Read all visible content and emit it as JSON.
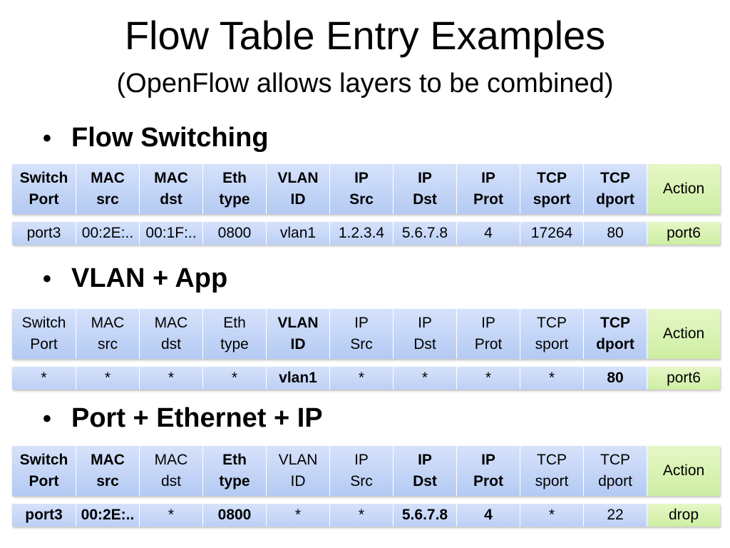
{
  "title": "Flow Table Entry Examples",
  "subtitle": "(OpenFlow allows layers to be combined)",
  "sections": [
    {
      "heading": "Flow Switching",
      "headers": [
        {
          "l1": "Switch",
          "l2": "Port",
          "bold": true
        },
        {
          "l1": "MAC",
          "l2": "src",
          "bold": true
        },
        {
          "l1": "MAC",
          "l2": "dst",
          "bold": true
        },
        {
          "l1": "Eth",
          "l2": "type",
          "bold": true
        },
        {
          "l1": "VLAN",
          "l2": "ID",
          "bold": true
        },
        {
          "l1": "IP",
          "l2": "Src",
          "bold": true
        },
        {
          "l1": "IP",
          "l2": "Dst",
          "bold": true
        },
        {
          "l1": "IP",
          "l2": "Prot",
          "bold": true
        },
        {
          "l1": "TCP",
          "l2": "sport",
          "bold": true
        },
        {
          "l1": "TCP",
          "l2": "dport",
          "bold": true
        },
        {
          "l1": "Action",
          "l2": "",
          "bold": false
        }
      ],
      "values": [
        {
          "v": "port3",
          "bold": false
        },
        {
          "v": "00:2E:..",
          "bold": false
        },
        {
          "v": "00:1F:..",
          "bold": false
        },
        {
          "v": "0800",
          "bold": false
        },
        {
          "v": "vlan1",
          "bold": false
        },
        {
          "v": "1.2.3.4",
          "bold": false
        },
        {
          "v": "5.6.7.8",
          "bold": false
        },
        {
          "v": "4",
          "bold": false
        },
        {
          "v": "17264",
          "bold": false
        },
        {
          "v": "80",
          "bold": false
        },
        {
          "v": "port6",
          "bold": false
        }
      ]
    },
    {
      "heading": "VLAN + App",
      "headers": [
        {
          "l1": "Switch",
          "l2": "Port",
          "bold": false
        },
        {
          "l1": "MAC",
          "l2": "src",
          "bold": false
        },
        {
          "l1": "MAC",
          "l2": "dst",
          "bold": false
        },
        {
          "l1": "Eth",
          "l2": "type",
          "bold": false
        },
        {
          "l1": "VLAN",
          "l2": "ID",
          "bold": true
        },
        {
          "l1": "IP",
          "l2": "Src",
          "bold": false
        },
        {
          "l1": "IP",
          "l2": "Dst",
          "bold": false
        },
        {
          "l1": "IP",
          "l2": "Prot",
          "bold": false
        },
        {
          "l1": "TCP",
          "l2": "sport",
          "bold": false
        },
        {
          "l1": "TCP",
          "l2": "dport",
          "bold": true
        },
        {
          "l1": "Action",
          "l2": "",
          "bold": false
        }
      ],
      "values": [
        {
          "v": "*",
          "bold": false
        },
        {
          "v": "*",
          "bold": false
        },
        {
          "v": "*",
          "bold": false
        },
        {
          "v": "*",
          "bold": false
        },
        {
          "v": "vlan1",
          "bold": true
        },
        {
          "v": "*",
          "bold": false
        },
        {
          "v": "*",
          "bold": false
        },
        {
          "v": "*",
          "bold": false
        },
        {
          "v": "*",
          "bold": false
        },
        {
          "v": "80",
          "bold": true
        },
        {
          "v": "port6",
          "bold": false
        }
      ]
    },
    {
      "heading": "Port + Ethernet + IP",
      "headers": [
        {
          "l1": "Switch",
          "l2": "Port",
          "bold": true
        },
        {
          "l1": "MAC",
          "l2": "src",
          "bold": true
        },
        {
          "l1": "MAC",
          "l2": "dst",
          "bold": false
        },
        {
          "l1": "Eth",
          "l2": "type",
          "bold": true
        },
        {
          "l1": "VLAN",
          "l2": "ID",
          "bold": false
        },
        {
          "l1": "IP",
          "l2": "Src",
          "bold": false
        },
        {
          "l1": "IP",
          "l2": "Dst",
          "bold": true
        },
        {
          "l1": "IP",
          "l2": "Prot",
          "bold": true
        },
        {
          "l1": "TCP",
          "l2": "sport",
          "bold": false
        },
        {
          "l1": "TCP",
          "l2": "dport",
          "bold": false
        },
        {
          "l1": "Action",
          "l2": "",
          "bold": false
        }
      ],
      "values": [
        {
          "v": "port3",
          "bold": true
        },
        {
          "v": "00:2E:..",
          "bold": true
        },
        {
          "v": "*",
          "bold": false
        },
        {
          "v": "0800",
          "bold": true
        },
        {
          "v": "*",
          "bold": false
        },
        {
          "v": "*",
          "bold": false
        },
        {
          "v": "5.6.7.8",
          "bold": true
        },
        {
          "v": "4",
          "bold": true
        },
        {
          "v": "*",
          "bold": false
        },
        {
          "v": "22",
          "bold": false
        },
        {
          "v": "drop",
          "bold": false
        }
      ]
    }
  ]
}
